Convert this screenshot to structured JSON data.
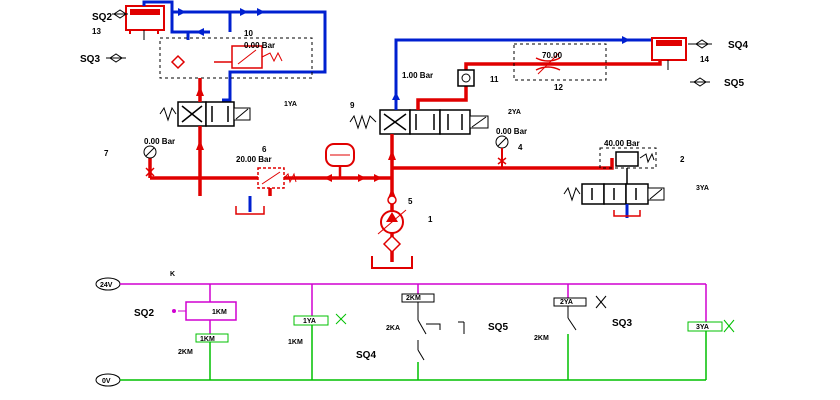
{
  "hydraulic": {
    "cylinder_left": {
      "number": "13",
      "sensor_top": "SQ2",
      "sensor_bottom": "SQ3"
    },
    "cylinder_right": {
      "number": "14",
      "sensor_top": "SQ4",
      "sensor_bottom": "SQ5"
    },
    "valve_left": {
      "number": "10",
      "pressure": "0.00 Bar",
      "solenoid": "1YA"
    },
    "valve_right": {
      "number": "9",
      "solenoid": "2YA"
    },
    "gauge_left": {
      "number": "7",
      "pressure": "0.00 Bar"
    },
    "gauge_right": {
      "number": "4",
      "pressure": "0.00 Bar"
    },
    "relief_valve": {
      "number": "6",
      "pressure": "20.00 Bar"
    },
    "check_valve": {
      "number": "11",
      "pressure": "1.00 Bar"
    },
    "throttle": {
      "number": "12",
      "pressure": "70.00"
    },
    "pump": {
      "number": "1"
    },
    "pump_check": {
      "number": "5"
    },
    "unloading_valve": {
      "number": "2",
      "pressure": "40.00 Bar",
      "solenoid": "3YA"
    }
  },
  "electrical": {
    "rail_top": "24V",
    "rail_bottom": "0V",
    "switch_k": "K",
    "rung1": {
      "sensor": "SQ2",
      "coil": "1KM",
      "contact": "1KM",
      "contact_label": "2KM"
    },
    "rung2": {
      "coil": "1YA",
      "contact": "1KM"
    },
    "rung3": {
      "coil": "2KM",
      "contact_a": "2KA",
      "contact_b": "SQ5",
      "sensor": "SQ4"
    },
    "rung4": {
      "coil": "2YA",
      "contact": "SQ3",
      "contact_label": "2KM"
    },
    "rung5": {
      "coil": "3YA"
    }
  },
  "colors": {
    "pressure_line": "#e00000",
    "return_line": "#0020d0",
    "circuit_wire": "#d000d0",
    "ground_wire": "#00c000"
  }
}
